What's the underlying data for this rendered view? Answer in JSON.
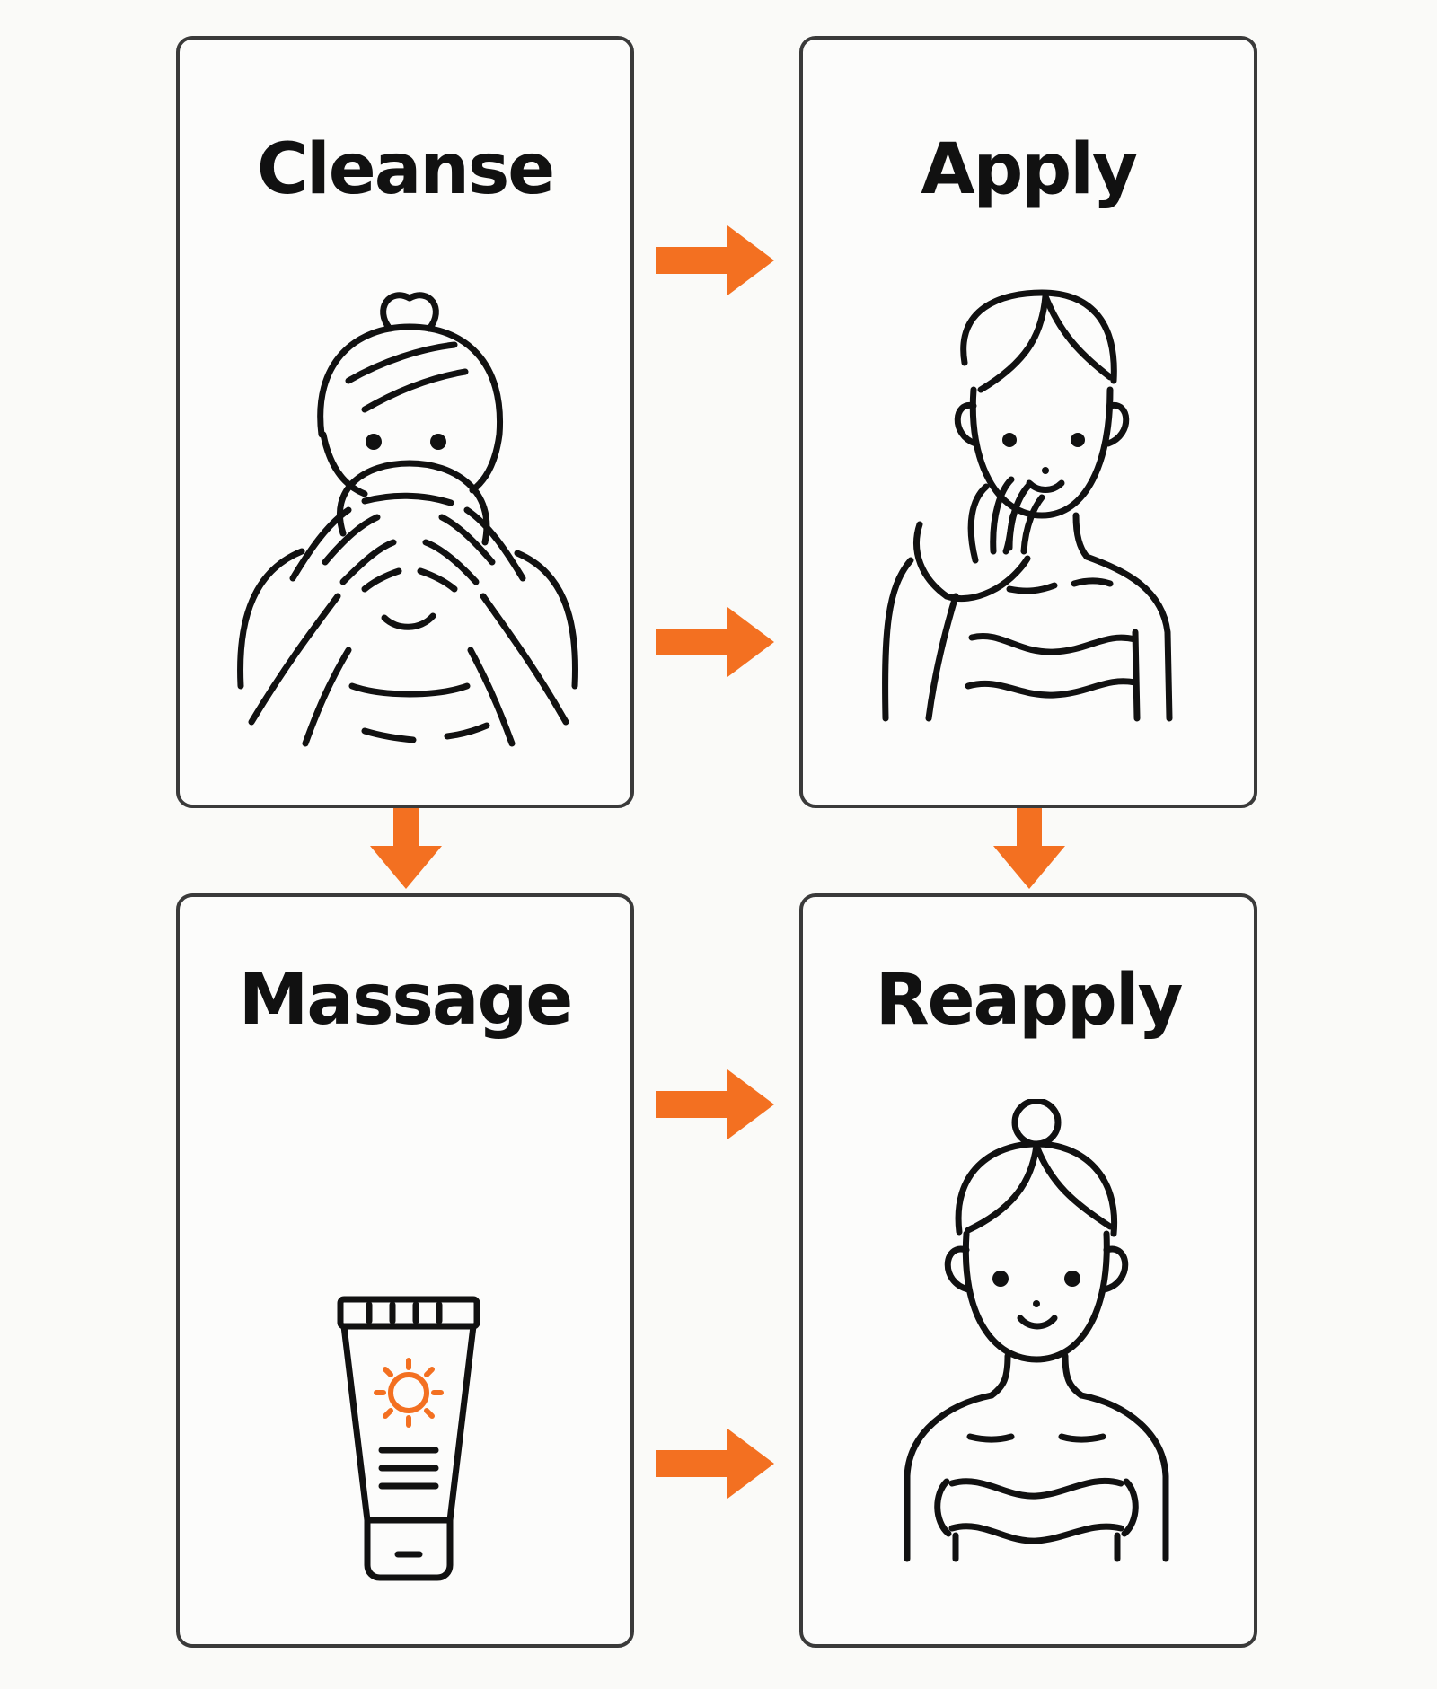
{
  "steps": [
    {
      "id": "cleanse",
      "title": "Cleanse",
      "illustration": "person-cleansing-face-icon"
    },
    {
      "id": "apply",
      "title": "Apply",
      "illustration": "person-applying-product-icon"
    },
    {
      "id": "massage",
      "title": "Massage",
      "illustration": "sunscreen-tube-icon"
    },
    {
      "id": "reapply",
      "title": "Reapply",
      "illustration": "smiling-person-icon"
    }
  ],
  "colors": {
    "accent_orange": "#f37021",
    "outline": "#111111",
    "card_border": "#3a3a3a",
    "background": "#fafaf8"
  }
}
